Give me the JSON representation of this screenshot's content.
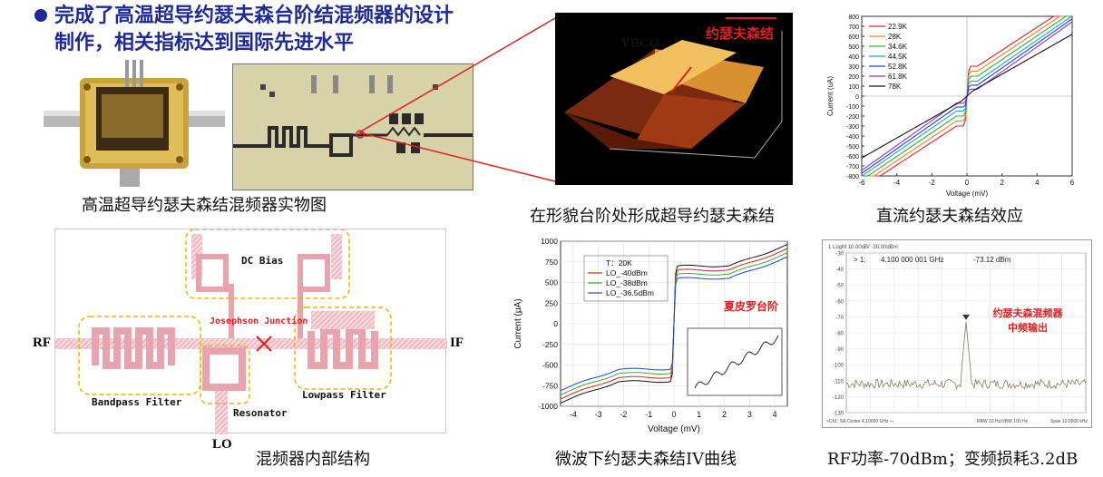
{
  "header": {
    "title_line1": "完成了高温超导约瑟夫森台阶结混频器的设计",
    "title_line2": "制作，相关指标达到国际先进水平"
  },
  "captions": {
    "device_photo": "高温超导约瑟夫森结混频器实物图",
    "afm": "在形貌台阶处形成超导约瑟夫森结",
    "dc_iv": "直流约瑟夫森结效应",
    "structure": "混频器内部结构",
    "microwave_iv": "微波下约瑟夫森结IV曲线",
    "spectrum": "RF功率-70dBm；变频损耗3.2dB"
  },
  "afm": {
    "ybco_label": "YBCO",
    "junction_label": "约瑟夫森结"
  },
  "structure": {
    "dc_bias": "DC Bias",
    "josephson": "Josephson Junction",
    "rf": "RF",
    "if": "IF",
    "lo": "LO",
    "bandpass": "Bandpass Filter",
    "resonator": "Resonator",
    "lowpass": "Lowpass Filter"
  },
  "chart_data": [
    {
      "type": "line",
      "xlabel": "Voltage (mV)",
      "ylabel": "Current (uA)",
      "xlim": [
        -6,
        6
      ],
      "ylim": [
        -800,
        800
      ],
      "xticks": [
        -6,
        -4,
        -2,
        0,
        2,
        4,
        6
      ],
      "yticks": [
        -800,
        -700,
        -600,
        -500,
        -400,
        -300,
        -200,
        -100,
        0,
        100,
        200,
        300,
        400,
        500,
        600,
        700,
        800
      ],
      "legend": "top-left",
      "series": [
        {
          "name": "22.9K",
          "color": "#e02020",
          "ic": 300
        },
        {
          "name": "28K",
          "color": "#f08030",
          "ic": 250
        },
        {
          "name": "34.6K",
          "color": "#30b030",
          "ic": 200
        },
        {
          "name": "44.5K",
          "color": "#20a0e0",
          "ic": 150
        },
        {
          "name": "52.8K",
          "color": "#2040e0",
          "ic": 110
        },
        {
          "name": "61.8K",
          "color": "#9030c0",
          "ic": 70
        },
        {
          "name": "78K",
          "color": "#111111",
          "ic": 0
        }
      ]
    },
    {
      "type": "line",
      "xlabel": "Voltage (mV)",
      "ylabel": "Current (μA)",
      "xlim": [
        -4.5,
        4.5
      ],
      "ylim": [
        -1000,
        1000
      ],
      "xticks": [
        -4,
        -3,
        -2,
        -1,
        0,
        1,
        2,
        3,
        4
      ],
      "yticks": [
        -1000,
        -750,
        -500,
        -250,
        0,
        250,
        500,
        750,
        1000
      ],
      "legend": "top-left",
      "annotation": "夏皮罗台阶",
      "series": [
        {
          "name": "T：20K",
          "color": "#111111",
          "ic": 700
        },
        {
          "name": "LO_-40dBm",
          "color": "#e02020",
          "ic": 650
        },
        {
          "name": "LO_-38dBm",
          "color": "#30b030",
          "ic": 600
        },
        {
          "name": "LO_-36.5dBm",
          "color": "#2040e0",
          "ic": 550
        }
      ]
    },
    {
      "type": "line",
      "title": "1 LogM 10.00dB/ -30.00dBm",
      "marker_label": "> 1:",
      "marker_freq": "4.100 000 001 GHz",
      "marker_value": "-73.12 dBm",
      "annotation_line1": "约瑟夫森混频器",
      "annotation_line2": "中频输出",
      "ylim": [
        -130,
        -30
      ],
      "yticks": [
        -30,
        -40,
        -50,
        -60,
        -70,
        -80,
        -90,
        -100,
        -110,
        -120,
        -130
      ],
      "peak": -73.12,
      "noise_floor": -112,
      "footer_left": ">Ch1: SA  Center  4.10000 GHz   —",
      "footer_mid": "RBW  10 Hz/VBW  100 Hz",
      "footer_right": "Span  10.0000 kHz"
    }
  ]
}
